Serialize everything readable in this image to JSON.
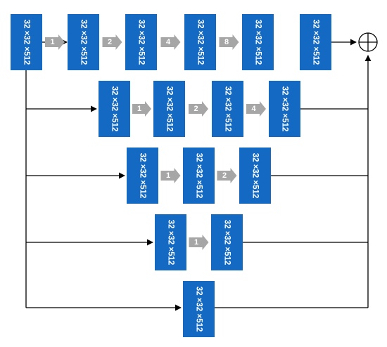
{
  "colors": {
    "block": "#1469c2",
    "step_arrow": "#a6a6a6",
    "line": "#000000",
    "background": "#ffffff"
  },
  "block_label": "32 ×32 ×512",
  "rows": [
    {
      "steps": [
        "1",
        "2",
        "4",
        "8"
      ]
    },
    {
      "steps": [
        "1",
        "2",
        "4"
      ]
    },
    {
      "steps": [
        "1",
        "2"
      ]
    },
    {
      "steps": [
        "1"
      ]
    },
    {
      "steps": []
    }
  ],
  "sum_node": {
    "symbol": "⊕"
  }
}
